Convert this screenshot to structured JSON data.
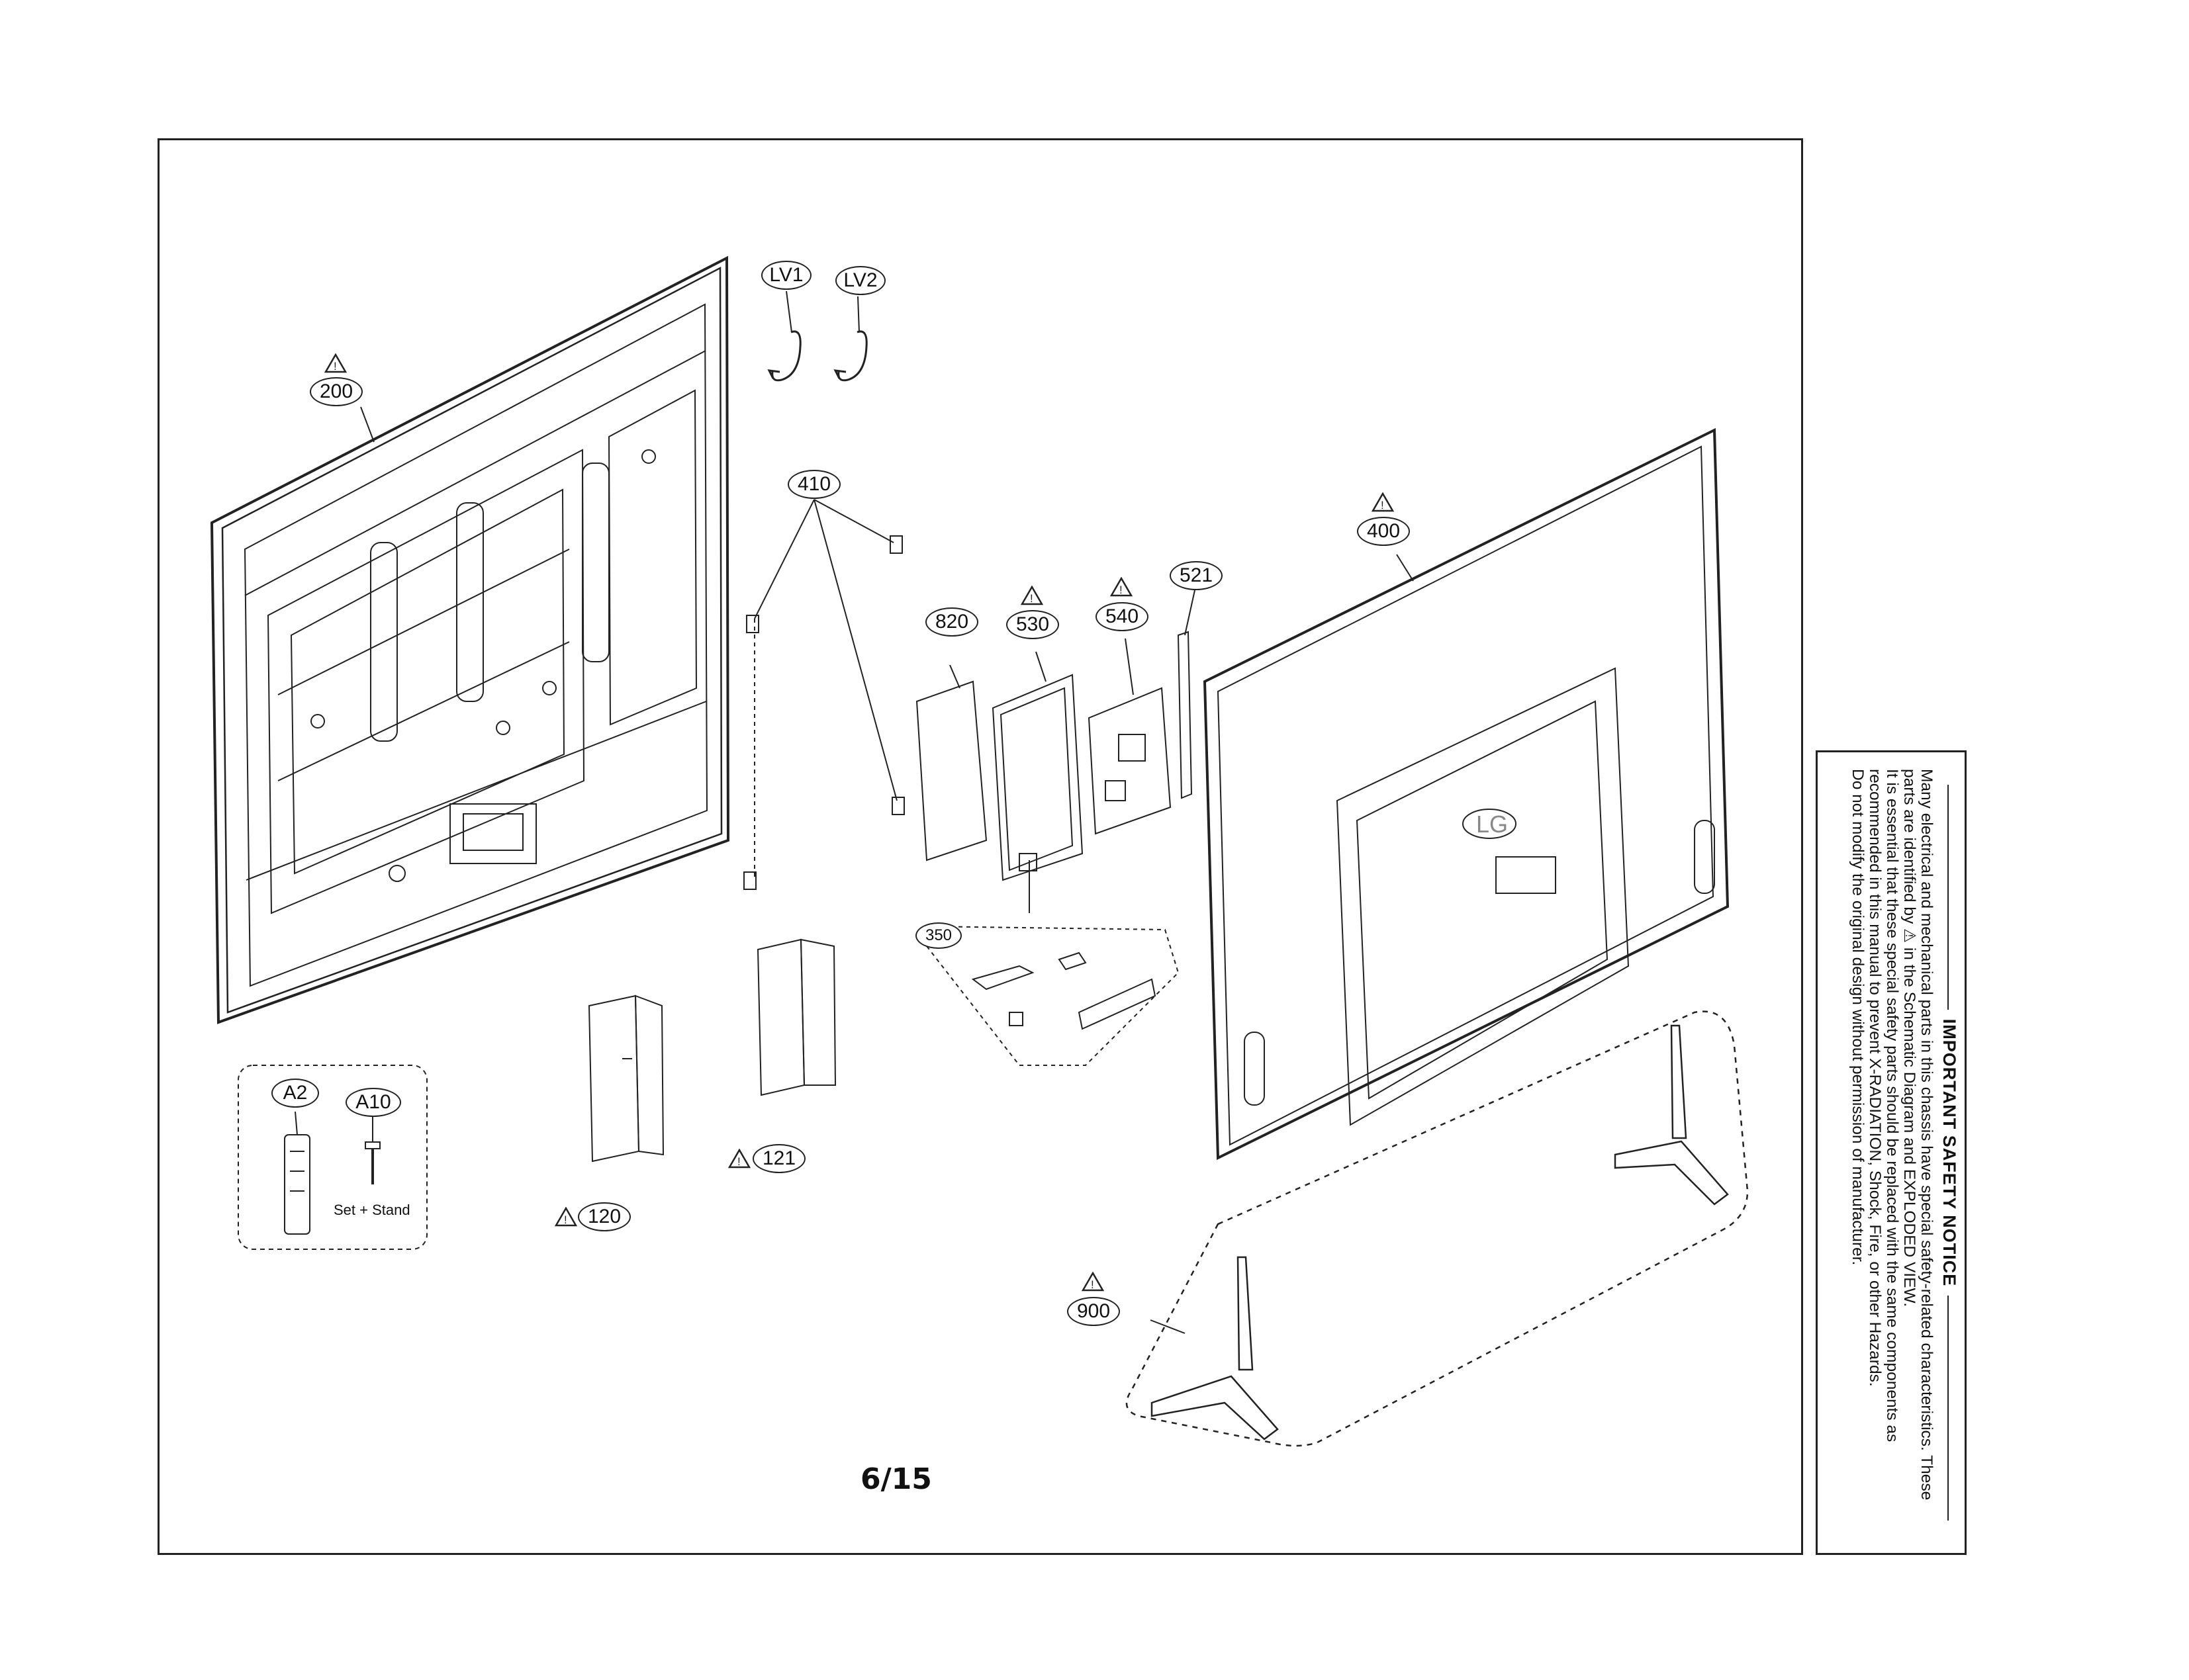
{
  "page_number": "6/15",
  "callouts": {
    "lv1": "LV1",
    "lv2": "LV2",
    "p200": "200",
    "p410": "410",
    "p400": "400",
    "p521": "521",
    "p820": "820",
    "p530": "530",
    "p540": "540",
    "p350": "350",
    "p120": "120",
    "p121": "121",
    "p900": "900",
    "a2": "A2",
    "a10": "A10"
  },
  "accessory_note": "Set + Stand",
  "screw_box_logo": "LG",
  "safety_notice": {
    "title": "IMPORTANT SAFETY NOTICE",
    "lines": [
      "Many electrical and mechanical parts in this chassis have special safety-related characteristics. These",
      "parts are identified by ⚠ in the Schematic Diagram and EXPLODED VIEW.",
      "It is essential that these special safety parts should be replaced with the same components as",
      "recommended in this manual to prevent X-RADIATION, Shock, Fire, or other Hazards.",
      "Do not modify the original design without permission of manufacturer."
    ]
  },
  "colors": {
    "line": "#222222",
    "paper": "#ffffff"
  }
}
